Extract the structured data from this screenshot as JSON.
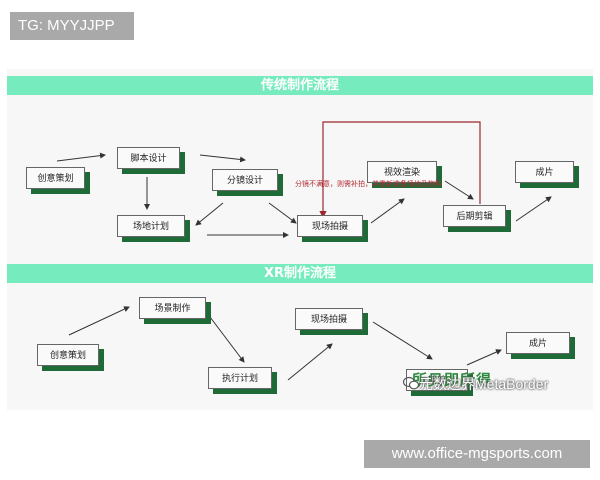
{
  "header_tag": "TG: MYYJJPP",
  "footer_site": "www.office-mgsports.com",
  "traditional": {
    "title": "传统制作流程",
    "boxes": {
      "creative": "创意策划",
      "script": "脚本设计",
      "storyboard": "分镜设计",
      "location_plan": "场地计划",
      "onsite_shoot": "现场拍摄",
      "vfx_render": "视效渲染",
      "post_edit": "后期剪辑",
      "final": "成片"
    },
    "feedback_note": "分镜不满意，则需补拍，并重新准备场地及物料"
  },
  "xr": {
    "title": "XR制作流程",
    "boxes": {
      "creative": "创意策划",
      "scene_make": "场景制作",
      "exec_plan": "执行计划",
      "onsite_shoot": "现场拍摄",
      "post_edit": "期剪",
      "final": "成片"
    },
    "tagline": "所见即所得"
  },
  "watermark": "元数边界MetaBorder",
  "colors": {
    "banner": "#76ecbe",
    "shadow": "#1f6b38",
    "feedback": "#b02a30",
    "tagline": "#2d8a3f"
  }
}
